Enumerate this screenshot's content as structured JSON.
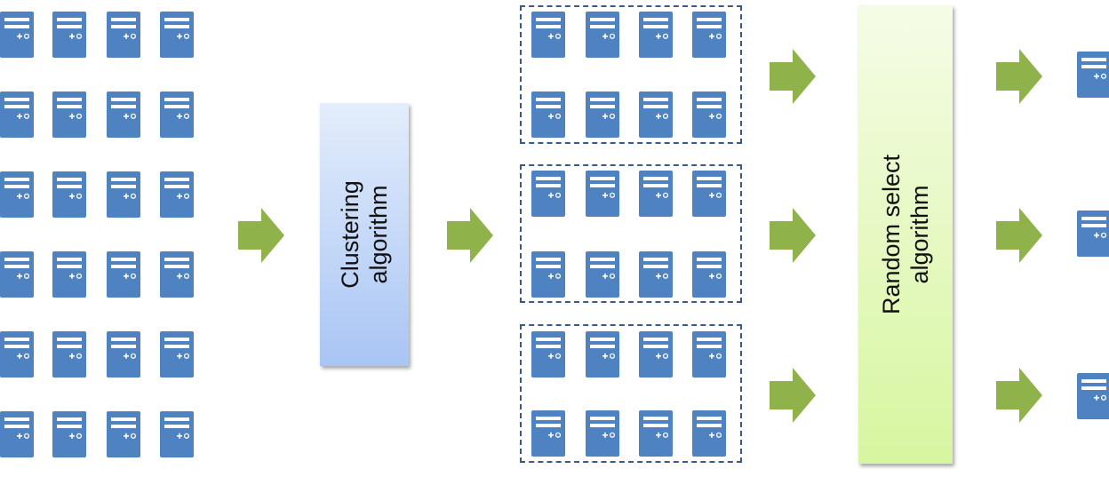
{
  "boxes": {
    "clustering": {
      "line1": "Clustering",
      "line2": "algorithm"
    },
    "random_select": {
      "line1": "Random select",
      "line2": "algorithm"
    }
  },
  "colors": {
    "server_body": "#4e82c0",
    "server_detail": "#ffffff",
    "arrow": "#8fb34a",
    "cluster_border": "#3b5b86",
    "clustering_box": "#a9c5f4",
    "random_box": "#d7f6a0"
  },
  "icons": {
    "server": "server-icon",
    "arrow": "right-arrow-icon"
  }
}
